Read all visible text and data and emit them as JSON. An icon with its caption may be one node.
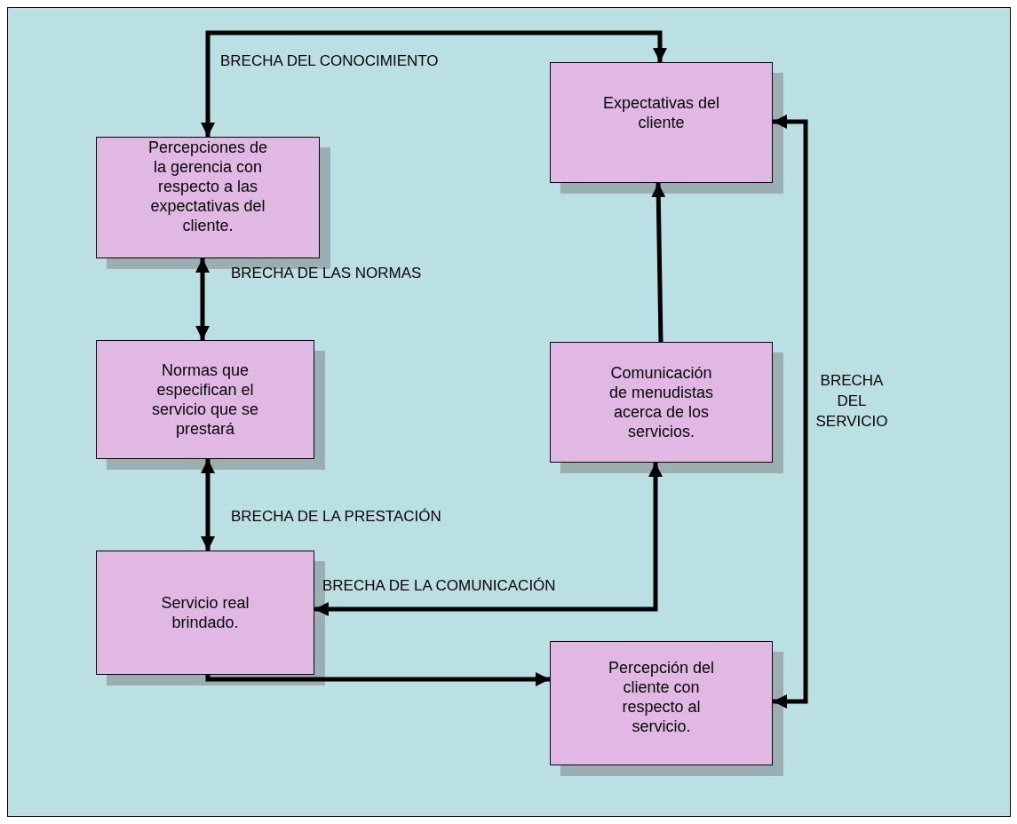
{
  "diagram": {
    "nodes": [
      {
        "text": [
          "Percepciones de la gerencia con respecto a las expectativas del cliente."
        ]
      },
      {
        "text": [
          "Expectativas del cliente"
        ]
      },
      {
        "text": [
          "Normas que especifican el servicio que se prestará"
        ]
      },
      {
        "text": [
          "Comunicación de menudistas acerca de los servicios."
        ]
      },
      {
        "text": [
          "Servicio real brindado."
        ]
      },
      {
        "text": [
          "Percepción del cliente con respecto al servicio."
        ]
      }
    ],
    "edges": [
      {
        "from": 0,
        "to": 1,
        "arrow": "both",
        "label": "BRECHA DEL CONOCIMIENTO"
      },
      {
        "from": 0,
        "to": 2,
        "arrow": "both",
        "label": "BRECHA DE LAS NORMAS"
      },
      {
        "from": 2,
        "to": 4,
        "arrow": "both",
        "label": "BRECHA DE LA PRESTACIÓN"
      },
      {
        "from": 3,
        "to": 1,
        "arrow": "to"
      },
      {
        "from": 4,
        "to": 3,
        "arrow": "both",
        "label": "BRECHA DE LA COMUNICACIÓN"
      },
      {
        "from": 4,
        "to": 5,
        "arrow": "to"
      },
      {
        "from": 5,
        "to": 1,
        "arrow": "both",
        "label": "BRECHA DEL SERVICIO"
      }
    ]
  }
}
